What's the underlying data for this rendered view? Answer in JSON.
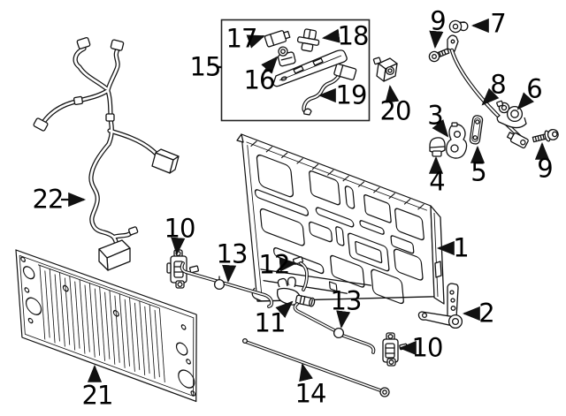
{
  "figure": {
    "type": "exploded-parts-diagram",
    "subject": "pickup tailgate assembly line art",
    "background": "#ffffff",
    "line_color": "#111111"
  },
  "callouts": {
    "n1": "1",
    "n2": "2",
    "n3": "3",
    "n4": "4",
    "n5": "5",
    "n6": "6",
    "n7": "7",
    "n8": "8",
    "n9a": "9",
    "n9b": "9",
    "n10a": "10",
    "n10b": "10",
    "n11": "11",
    "n12": "12",
    "n13a": "13",
    "n13b": "13",
    "n14": "14",
    "n15": "15",
    "n16": "16",
    "n17": "17",
    "n18": "18",
    "n19": "19",
    "n20": "20",
    "n21": "21",
    "n22": "22"
  }
}
